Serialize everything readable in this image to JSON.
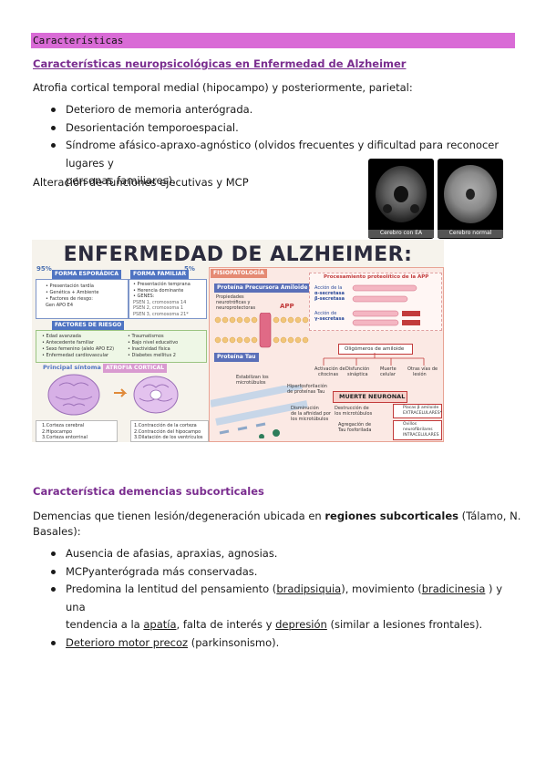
{
  "banner": "Características",
  "section1": {
    "heading": "Características neuropsicológicas en Enfermedad de Alzheimer",
    "intro": "Atrofia cortical temporal medial (hipocampo) y posteriormente, parietal:",
    "bullets": [
      "Deterioro de memoria anterógrada.",
      "Desorientación temporoespacial.",
      "Síndrome afásico-apraxo-agnóstico (olvidos frecuentes y dificultad para reconocer lugares y",
      "personas familiares)."
    ],
    "extra": "Alteración de funciones ejecutivas y MCP"
  },
  "mri": {
    "left_caption": "Cerebro con EA",
    "right_caption": "Cerebro normal"
  },
  "infographic": {
    "title": "ENFERMEDAD DE ALZHEIMER:",
    "pct_left": "95%",
    "pct_right": "5%",
    "forma_esporadica": "FORMA ESPORÁDICA",
    "forma_esporadica_items": [
      "• Presentación tardía",
      "• Genética + Ambiente",
      "• Factores de riesgo:",
      "  Gen APO E4"
    ],
    "forma_familiar": "FORMA FAMILIAR",
    "forma_familiar_items": [
      "• Presentación temprana",
      "• Herencia dominante",
      "• GENES:",
      "  PSEN 1, cromosoma 14",
      "  PSEN 2, cromosoma 1",
      "  PSEN 3, cromosoma 21*"
    ],
    "factores": "FACTORES DE RIESGO",
    "factores_left": [
      "• Edad avanzada",
      "• Antecedente familiar",
      "• Sexo femenino (alelo APO E2)",
      "• Enfermedad cardiovascular"
    ],
    "factores_right": [
      "• Traumatismos",
      "• Bajo nivel educativo",
      "• Inactividad física",
      "• Diabetes mellitus 2"
    ],
    "principal_sintoma": "Principal síntoma",
    "atrofia": "ATROFIA CORTICAL",
    "atrofia_left": [
      "1.Corteza cerebral",
      "2.Hipocampo",
      "3.Corteza entorrinal"
    ],
    "atrofia_right": [
      "1.Contracción de la corteza",
      "2.Contracción del hipocampo",
      "3.Dilatación de los ventrículos"
    ],
    "fisiopatologia": "FISIOPATOLOGÍA",
    "proteina_amiloide": "Proteína Precursora Amiloide",
    "propiedades": [
      "Propiedades",
      "neurotróficas y",
      "neuroprotectoras"
    ],
    "app": "APP",
    "procesamiento": "Procesamiento proteolítico de la APP",
    "accion_a": [
      "Acción de la",
      "α-secretasa",
      "β-secretasa"
    ],
    "accion_g": [
      "Acción de",
      "γ-secretasa"
    ],
    "oligomeros": "Oligómeros de amiloide",
    "proteina_tau": "Proteína Tau",
    "estabilizan": [
      "Estabilizan los",
      "microtúbulos"
    ],
    "activacion": [
      "Activación de",
      "citocinas"
    ],
    "disfuncion": [
      "Disfunción",
      "sináptica"
    ],
    "muerte_celular": [
      "Muerte",
      "celular"
    ],
    "otras_vias": [
      "Otras vías de",
      "lesión"
    ],
    "hiperfosforilacion": [
      "Hiperfosforilación",
      "de proteínas Tau"
    ],
    "muerte_neuronal": "MUERTE NEURONAL",
    "placas": [
      "Placas β amiloide",
      "EXTRACELULARES*"
    ],
    "disminucion": [
      "Disminución",
      "de la afinidad por",
      "los microtúbulos"
    ],
    "destruccion": [
      "Destrucción de",
      "los microtúbulos"
    ],
    "agregacion": [
      "Agregación de",
      "Tau fosforilada"
    ],
    "ovillos": [
      "Ovillos",
      "neurofibrilares",
      "INTRACELULARES"
    ]
  },
  "section2": {
    "heading": "Característica demencias subcorticales",
    "intro_a": "Demencias que tienen lesión/degeneración ubicada en ",
    "intro_bold": "regiones subcorticales",
    "intro_b": " (Tálamo, N.",
    "intro_c": "Basales):",
    "b1": "Ausencia de afasias, apraxias, agnosias.",
    "b2": "MCPyanterógrada más conservadas.",
    "b3_a": "Predomina la lentitud del pensamiento (",
    "b3_u1": "bradipsiquia",
    "b3_b": "), movimiento (",
    "b3_u2": "bradicinesia",
    "b3_c": " ) y una",
    "b4_a": "tendencia a la ",
    "b4_u1": "apatía",
    "b4_b": ", falta de interés y ",
    "b4_u2": "depresión",
    "b4_c": " (similar a lesiones frontales).",
    "b5_u": "Deterioro motor precoz",
    "b5_b": " (parkinsonismo)."
  }
}
